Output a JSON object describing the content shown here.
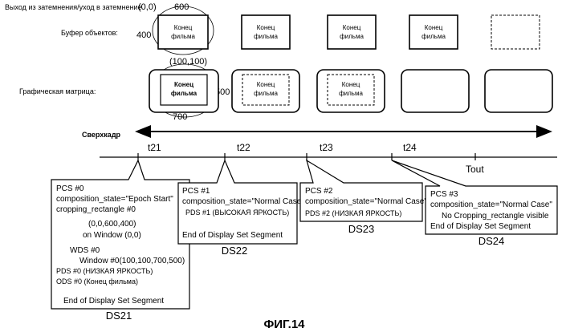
{
  "header": {
    "fade_label": "Выход из затемнения/уход в затемнение",
    "origin_label": "(0,0)",
    "width_label": "600",
    "height_label": "400",
    "object_buffer_label": "Буфер объектов:",
    "object_text_line1": "Конец",
    "object_text_line2": "фильма"
  },
  "graphics": {
    "plane_label": "Графическая матрица:",
    "origin_label": "(100,100)",
    "height_label": "500",
    "width_label": "700",
    "text_line1": "Конец",
    "text_line2": "фильма"
  },
  "timeline": {
    "superframe_label": "Сверхкадр",
    "ticks": [
      "t21",
      "t22",
      "t23",
      "t24",
      "Tout"
    ]
  },
  "segments": {
    "ds21": {
      "name": "DS21",
      "lines": [
        "PCS #0",
        "composition_state=\"Epoch Start\"",
        "cropping_rectangle #0",
        "(0,0,600,400)",
        "on Window (0,0)",
        "WDS #0",
        "Window #0(100,100,700,500)",
        "PDS #0 (НИЗКАЯ ЯРКОСТЬ)",
        "ODS #0 (Конец фильма)",
        "End of Display Set Segment"
      ]
    },
    "ds22": {
      "name": "DS22",
      "lines": [
        "PCS #1",
        "composition_state=\"Normal Case\"",
        "PDS #1 (ВЫСОКАЯ ЯРКОСТЬ)",
        "End of Display Set Segment"
      ]
    },
    "ds23": {
      "name": "DS23",
      "lines": [
        "PCS #2",
        "composition_state=\"Normal Case\"",
        "PDS #2 (НИЗКАЯ ЯРКОСТЬ)"
      ]
    },
    "ds24": {
      "name": "DS24",
      "lines": [
        "PCS #3",
        "composition_state=\"Normal Case\"",
        "No Cropping_rectangle visible",
        "End of Display Set Segment"
      ]
    }
  },
  "figure_caption": "ФИГ.14"
}
